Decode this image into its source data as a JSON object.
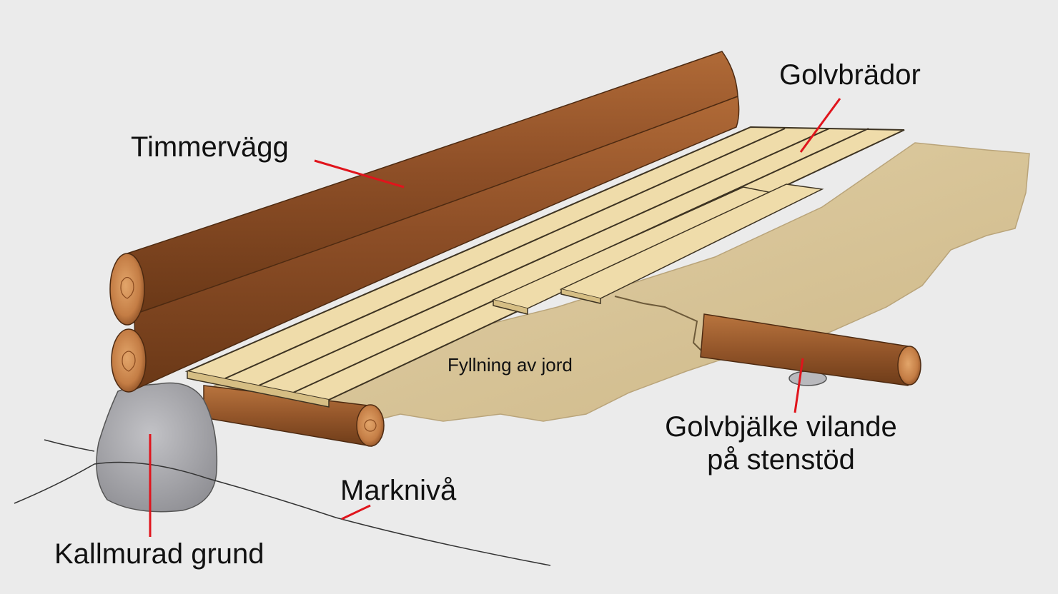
{
  "labels": {
    "timmervagg": "Timmervägg",
    "golvbrador": "Golvbrädor",
    "fyllning": "Fyllning av jord",
    "golvbjalke_line1": "Golvbjälke vilande",
    "golvbjalke_line2": "på stenstöd",
    "markniva": "Marknivå",
    "kallmurad": "Kallmurad grund"
  },
  "colors": {
    "background": "#ebebeb",
    "log_wood": "#93542a",
    "floor_board": "#ecd9a4",
    "soil_fill": "#d8c498",
    "stone": "#a9a9ad",
    "leader_line": "#e0141c"
  }
}
